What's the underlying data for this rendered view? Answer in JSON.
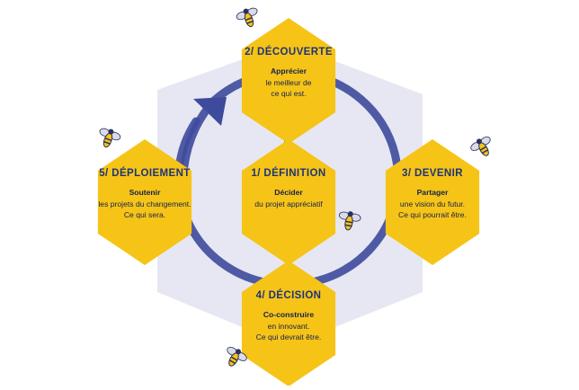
{
  "colors": {
    "hexagon_fill": "#f6c417",
    "background_hexagon": "#e6e7f3",
    "cycle_arrow": "#3e4a9c",
    "title_text": "#1d3478"
  },
  "center": {
    "title": "1/ DÉFINITION",
    "lead": "Décider",
    "lines": [
      "du projet appréciatif"
    ]
  },
  "stages": [
    {
      "id": "decouverte",
      "title": "2/ DÉCOUVERTE",
      "lead": "Apprécier",
      "lines": [
        "le meilleur de",
        "ce qui est."
      ]
    },
    {
      "id": "devenir",
      "title": "3/ DEVENIR",
      "lead": "Partager",
      "lines": [
        "une vision du futur.",
        "Ce qui pourrait être."
      ]
    },
    {
      "id": "decision",
      "title": "4/ DÉCISION",
      "lead": "Co-construire",
      "lines": [
        "en innovant.",
        "Ce qui devrait être."
      ]
    },
    {
      "id": "deploiement",
      "title": "5/ DÉPLOIEMENT",
      "lead": "Soutenir",
      "lines": [
        "les projets du changement.",
        "Ce qui sera."
      ]
    }
  ],
  "icons": [
    "bee-icon",
    "bee-icon",
    "bee-icon",
    "bee-icon",
    "bee-icon"
  ]
}
